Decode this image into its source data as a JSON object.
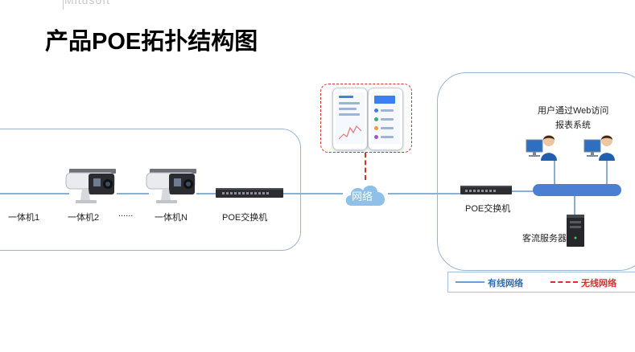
{
  "header": {
    "logo_fragment": "Mitusoft",
    "title": "产品POE拓扑结构图"
  },
  "left_group": {
    "devices": [
      {
        "label": "一体机1"
      },
      {
        "label": "一体机2"
      },
      {
        "label": "......"
      },
      {
        "label": "一体机N"
      },
      {
        "label": "POE交换机"
      }
    ]
  },
  "network": {
    "label": "网络"
  },
  "right_group": {
    "users_label_line1": "用户通过Web访问",
    "users_label_line2": "报表系统",
    "switch_label": "POE交换机",
    "server_label": "客流服务器"
  },
  "legend": {
    "wired": "有线网络",
    "wireless": "无线网络"
  },
  "colors": {
    "wired": "#8ab0d6",
    "wireless": "#d9302c",
    "bus": "#4a7fd2",
    "box_border": "#9cb3d2"
  },
  "icons": [
    "bullet-camera-icon",
    "poe-switch-icon",
    "phone-app-icon",
    "cloud-icon",
    "user-computer-icon",
    "server-tower-icon"
  ]
}
